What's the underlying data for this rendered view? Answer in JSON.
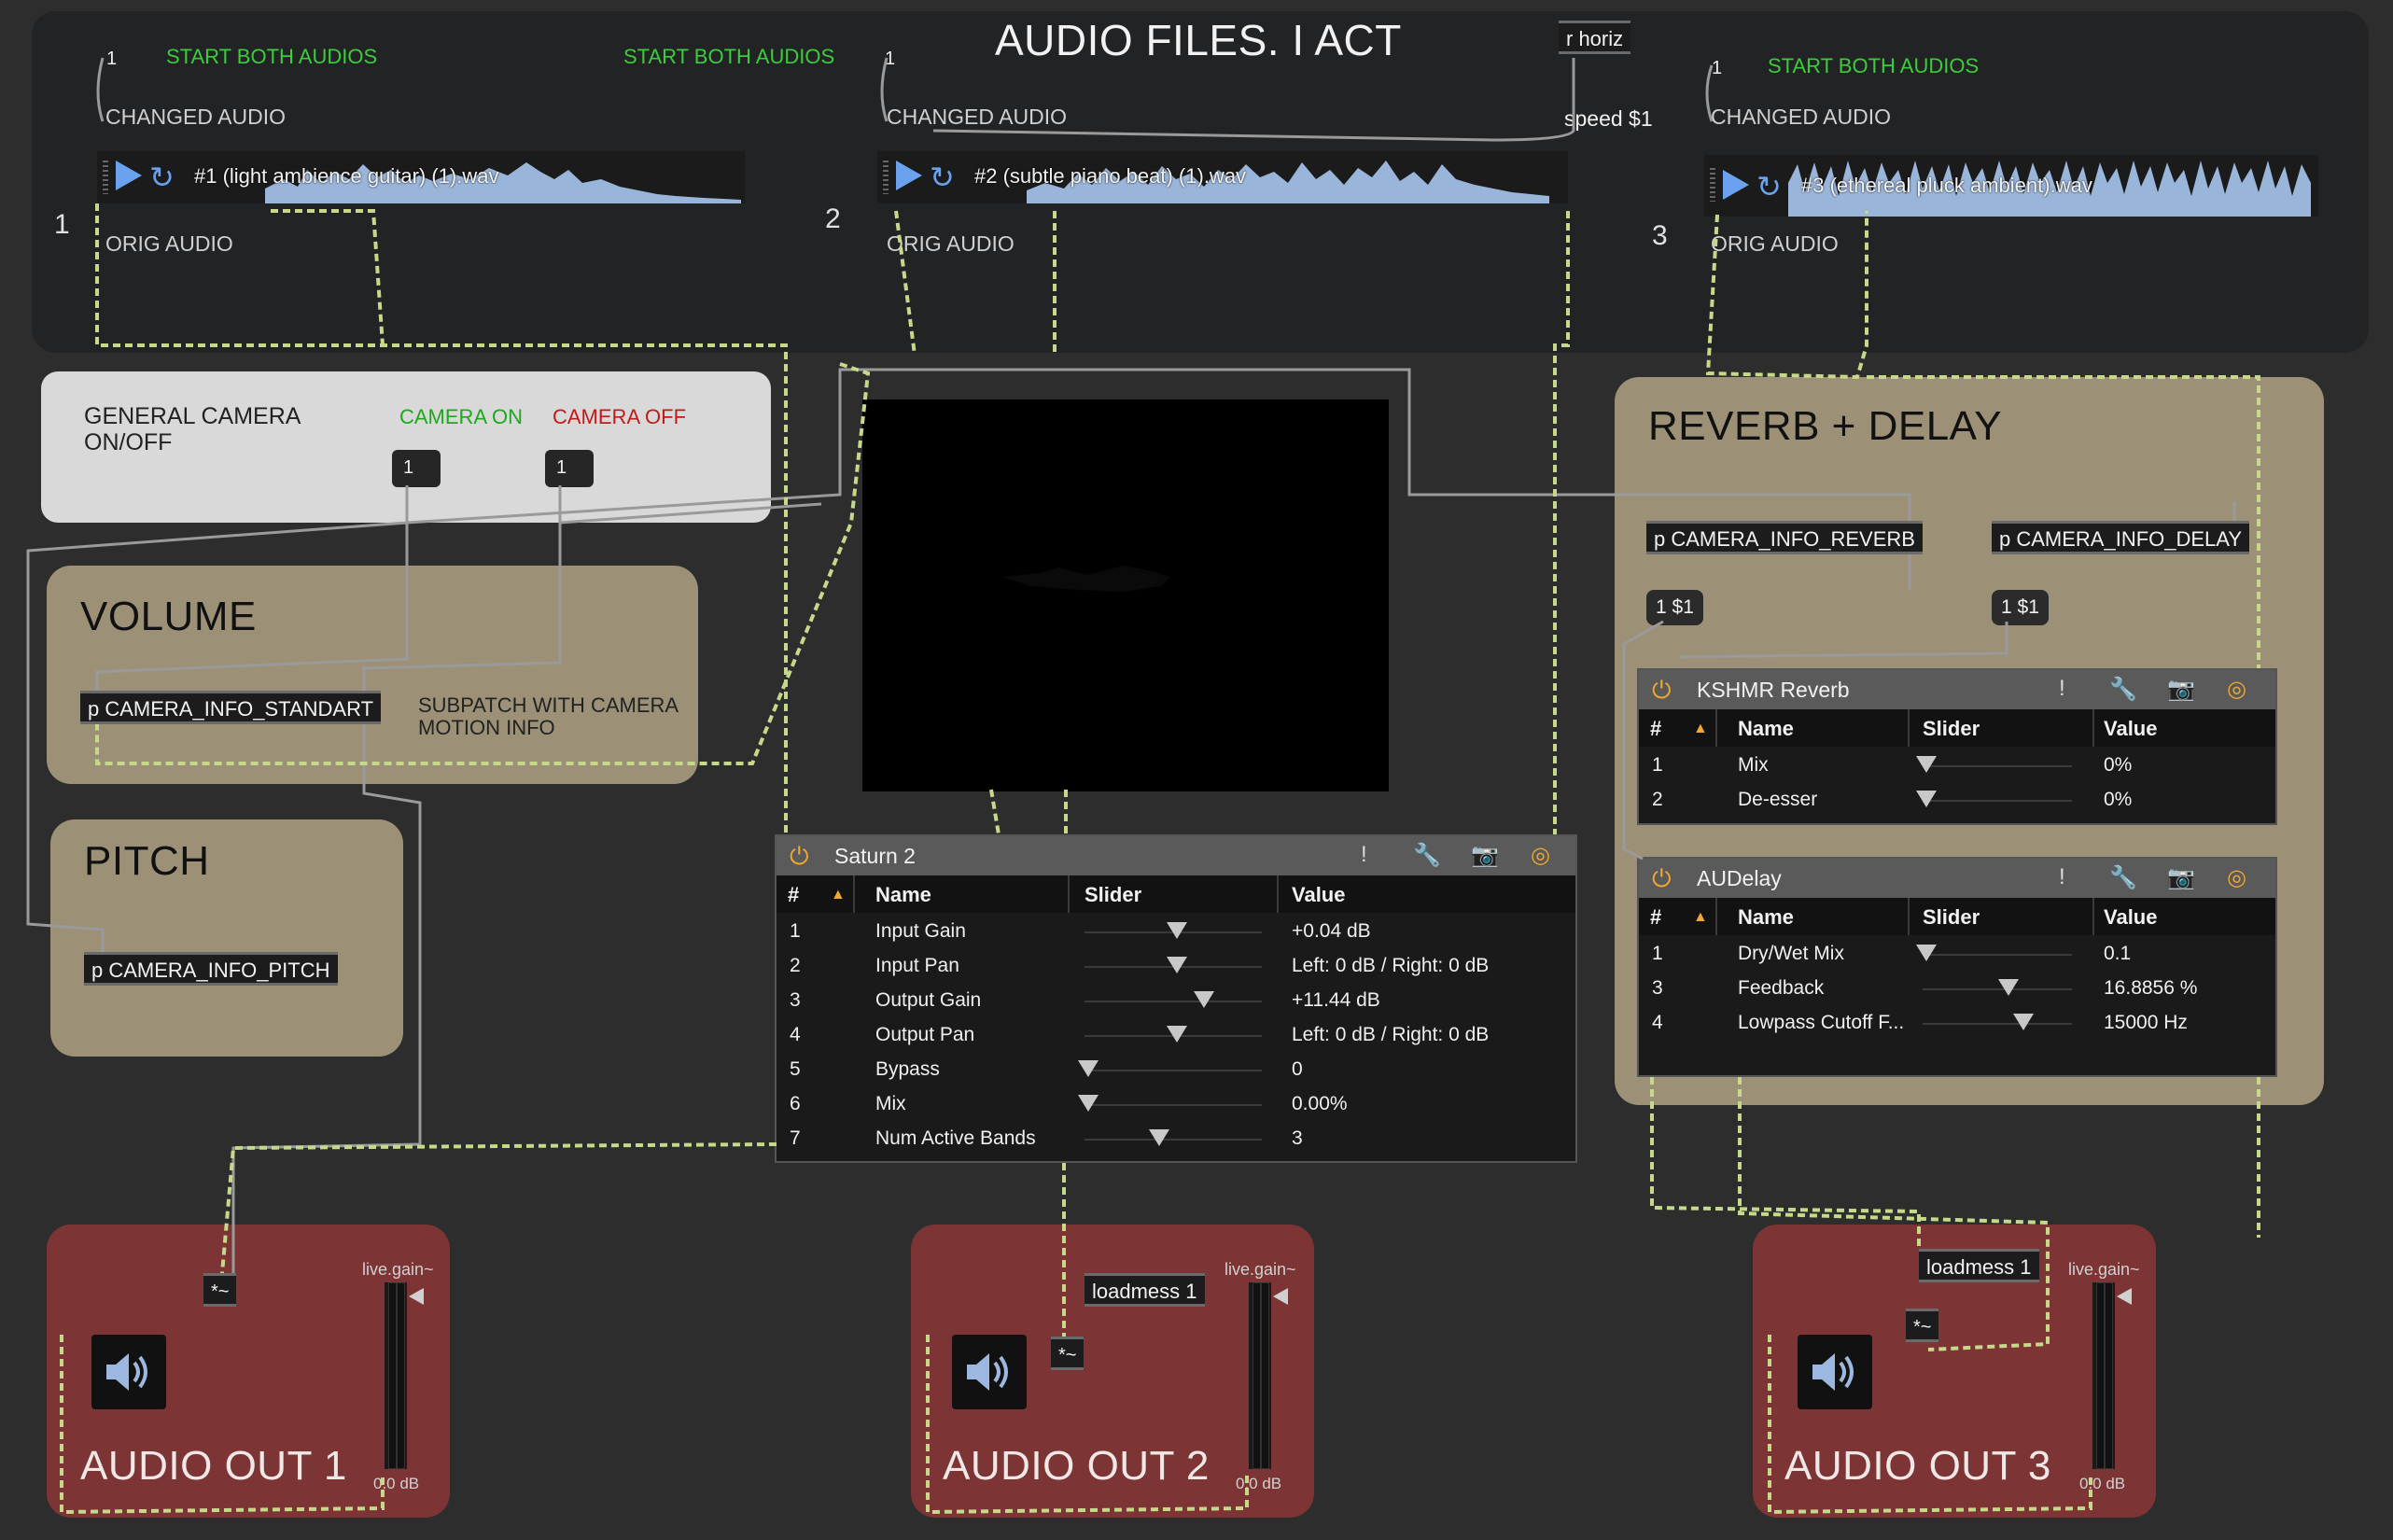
{
  "top": {
    "title": "AUDIO FILES. I ACT",
    "r_horiz": "r horiz",
    "speed": "speed $1",
    "track1": {
      "number": "1",
      "toggle": "1",
      "start": "START BOTH AUDIOS",
      "changed": "CHANGED AUDIO",
      "orig": "ORIG AUDIO",
      "file": "#1 (light ambience guitar) (1).wav"
    },
    "track1_start2": "START BOTH AUDIOS",
    "track2": {
      "number": "2",
      "toggle": "1",
      "changed": "CHANGED AUDIO",
      "orig": "ORIG AUDIO",
      "file": "#2 (subtle piano beat) (1).wav"
    },
    "track3": {
      "number": "3",
      "toggle": "1",
      "start": "START BOTH AUDIOS",
      "changed": "CHANGED AUDIO",
      "orig": "ORIG AUDIO",
      "file": "#3 (ethereal pluck ambient).wav"
    }
  },
  "camera": {
    "title": "GENERAL CAMERA ON/OFF",
    "on_label": "CAMERA ON",
    "off_label": "CAMERA OFF",
    "on_value": "1",
    "off_value": "1"
  },
  "volume": {
    "title": "VOLUME",
    "subpatch": "p CAMERA_INFO_STANDART",
    "note": "SUBPATCH WITH CAMERA MOTION INFO"
  },
  "pitch": {
    "title": "PITCH",
    "subpatch": "p CAMERA_INFO_PITCH"
  },
  "reverb_delay": {
    "title": "REVERB + DELAY",
    "sub_reverb": "p CAMERA_INFO_REVERB",
    "sub_delay": "p CAMERA_INFO_DELAY",
    "msg_reverb": "1 $1",
    "msg_delay": "1 $1"
  },
  "devices": {
    "columns": {
      "num": "#",
      "name": "Name",
      "slider": "Slider",
      "value": "Value"
    },
    "saturn": {
      "name": "Saturn 2",
      "rows": [
        {
          "num": "1",
          "name": "Input Gain",
          "value": "+0.04 dB",
          "pos": 0.5
        },
        {
          "num": "2",
          "name": "Input Pan",
          "value": "Left: 0 dB / Right: 0 dB",
          "pos": 0.5
        },
        {
          "num": "3",
          "name": "Output Gain",
          "value": "+11.44 dB",
          "pos": 0.65
        },
        {
          "num": "4",
          "name": "Output Pan",
          "value": "Left: 0 dB / Right: 0 dB",
          "pos": 0.5
        },
        {
          "num": "5",
          "name": "Bypass",
          "value": "0",
          "pos": 0.0
        },
        {
          "num": "6",
          "name": "Mix",
          "value": "0.00%",
          "pos": 0.0
        },
        {
          "num": "7",
          "name": "Num Active Bands",
          "value": "3",
          "pos": 0.4
        }
      ]
    },
    "reverb": {
      "name": "KSHMR Reverb",
      "rows": [
        {
          "num": "1",
          "name": "Mix",
          "value": "0%",
          "pos": 0.0
        },
        {
          "num": "2",
          "name": "De-esser",
          "value": "0%",
          "pos": 0.0
        }
      ]
    },
    "delay": {
      "name": "AUDelay",
      "rows": [
        {
          "num": "1",
          "name": "Dry/Wet Mix",
          "value": "0.1",
          "pos": 0.0
        },
        {
          "num": "3",
          "name": "Feedback",
          "value": "16.8856 %",
          "pos": 0.55
        },
        {
          "num": "4",
          "name": "Lowpass Cutoff F...",
          "value": "15000 Hz",
          "pos": 0.65
        }
      ]
    }
  },
  "outputs": [
    {
      "title": "AUDIO OUT 1",
      "gain_label": "live.gain~",
      "db": "0.0 dB",
      "mult": "*~"
    },
    {
      "title": "AUDIO OUT 2",
      "gain_label": "live.gain~",
      "db": "0.0 dB",
      "mult": "*~",
      "loadmess": "loadmess 1"
    },
    {
      "title": "AUDIO OUT 3",
      "gain_label": "live.gain~",
      "db": "0.0 dB",
      "mult": "*~",
      "loadmess": "loadmess 1"
    }
  ],
  "colors": {
    "signal": "#c6d98a",
    "control": "#9a9a9a",
    "accent": "#f0a830",
    "play": "#6aa2ef"
  }
}
